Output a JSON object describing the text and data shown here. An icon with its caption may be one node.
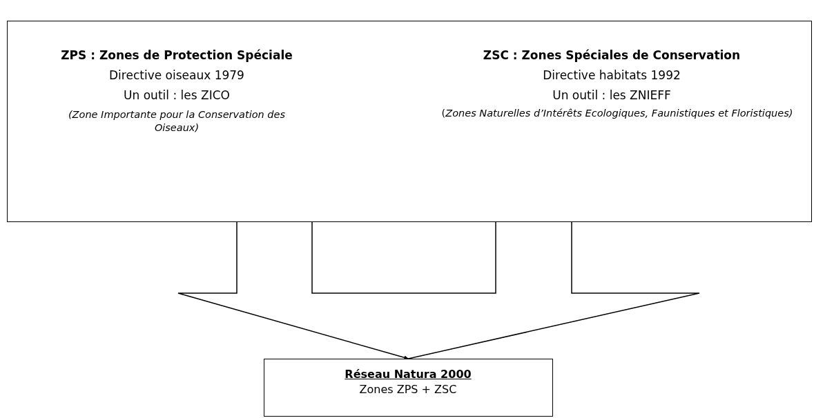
{
  "diagram": {
    "nodes": [
      {
        "text": [
          "ZPS : Zones de Protection Spéciale",
          "Directive oiseaux 1979",
          "Un outil : les ZICO",
          "(Zone Importante pour la Conservation des Oiseaux)",
          "ZSC : Zones Spéciales de Conservation",
          "Directive habitats 1992",
          "Un outil : les ZNIEFF",
          "(*Zones Naturelles d’Intérêts Ecologiques, Faunistiques et Floristiques)*"
        ]
      },
      {
        "text": [
          "Réseau Natura 2000",
          "Zones ZPS + ZSC"
        ]
      }
    ],
    "edges": [
      {
        "from": 0,
        "to": 1,
        "arrow": "to"
      }
    ]
  }
}
